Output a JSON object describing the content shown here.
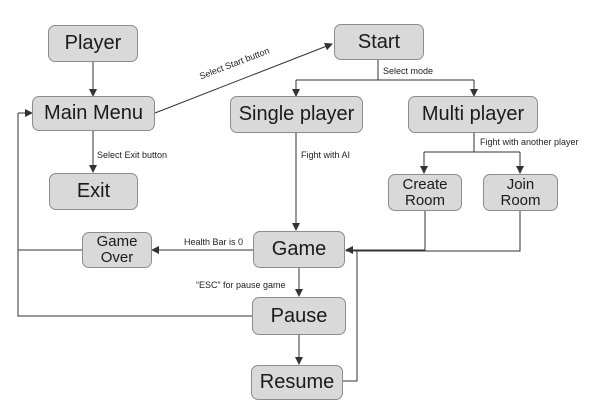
{
  "nodes": {
    "player": "Player",
    "main_menu": "Main Menu",
    "exit": "Exit",
    "start": "Start",
    "single_player": "Single player",
    "multi_player": "Multi player",
    "create_room": "Create\nRoom",
    "join_room": "Join\nRoom",
    "game": "Game",
    "game_over": "Game\nOver",
    "pause": "Pause",
    "resume": "Resume"
  },
  "labels": {
    "select_start": "Select Start button",
    "select_exit": "Select Exit button",
    "select_mode": "Select mode",
    "fight_ai": "Fight with AI",
    "fight_player": "Fight with another player",
    "health_zero": "Health Bar is 0",
    "esc_pause": "“ESC” for pause game"
  },
  "colors": {
    "node_fill": "#d9d9d9",
    "node_border": "#8c8c8c",
    "line": "#333333"
  }
}
